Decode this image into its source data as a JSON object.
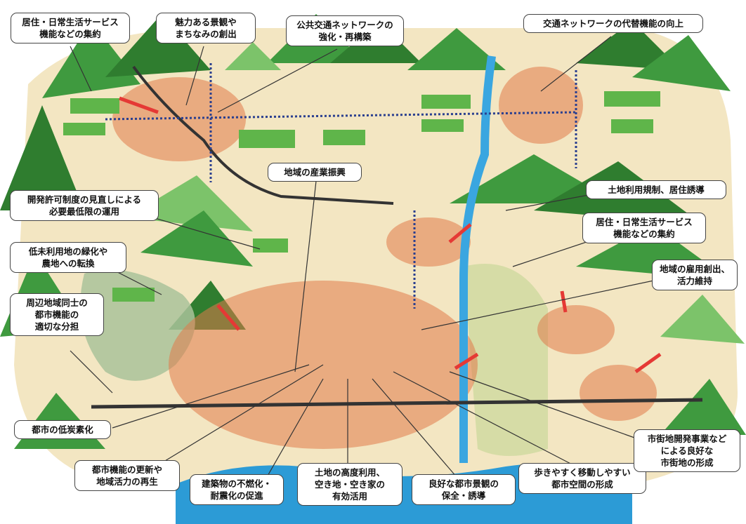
{
  "colors": {
    "mountain": "#3f9a3f",
    "mountain_dark": "#2f7d2f",
    "mountain_light": "#7cc36a",
    "ground": "#f3e6c2",
    "urban_glow": "#e07a4a",
    "field": "#5fb54a",
    "river": "#3aa6e0",
    "sea": "#2c9bd6",
    "rail": "#333333",
    "bus_route": "#2a3f8f",
    "arrow": "#e53935",
    "lowland": "#a9c29a"
  },
  "callouts": [
    {
      "id": "tl-residential",
      "lines": [
        "居住・日常生活サービス",
        "機能などの集約"
      ]
    },
    {
      "id": "landscape",
      "lines": [
        "魅力ある景観や",
        "まちなみの創出"
      ]
    },
    {
      "id": "public-transit",
      "lines": [
        "公共交通ネットワークの",
        "強化・再構築"
      ]
    },
    {
      "id": "network-redundancy",
      "lines": [
        "交通ネットワークの代替機能の向上"
      ]
    },
    {
      "id": "regional-industry",
      "lines": [
        "地域の産業振興"
      ]
    },
    {
      "id": "dev-permit",
      "lines": [
        "開発許可制度の見直しによる",
        "必要最低限の運用"
      ]
    },
    {
      "id": "land-use-reg",
      "lines": [
        "土地利用規制、居住誘導"
      ]
    },
    {
      "id": "unused-land",
      "lines": [
        "低未利用地の緑化や",
        "農地への転換"
      ]
    },
    {
      "id": "r-residential",
      "lines": [
        "居住・日常生活サービス",
        "機能などの集約"
      ]
    },
    {
      "id": "employment",
      "lines": [
        "地域の雇用創出、",
        "活力維持"
      ]
    },
    {
      "id": "surrounding",
      "lines": [
        "周辺地域同士の",
        "都市機能の",
        "適切な分担"
      ]
    },
    {
      "id": "low-carbon",
      "lines": [
        "都市の低炭素化"
      ]
    },
    {
      "id": "urban-renewal",
      "lines": [
        "都市機能の更新や",
        "地域活力の再生"
      ]
    },
    {
      "id": "fireproof",
      "lines": [
        "建築物の不燃化・",
        "耐震化の促進"
      ]
    },
    {
      "id": "land-use-advanced",
      "lines": [
        "土地の高度利用、",
        "空き地・空き家の",
        "有効活用"
      ]
    },
    {
      "id": "townscape",
      "lines": [
        "良好な都市景観の",
        "保全・誘導"
      ]
    },
    {
      "id": "walkable",
      "lines": [
        "歩きやすく移動しやすい",
        "都市空間の形成"
      ]
    },
    {
      "id": "redevelopment",
      "lines": [
        "市街地開発事業など",
        "による良好な",
        "市街地の形成"
      ]
    }
  ]
}
